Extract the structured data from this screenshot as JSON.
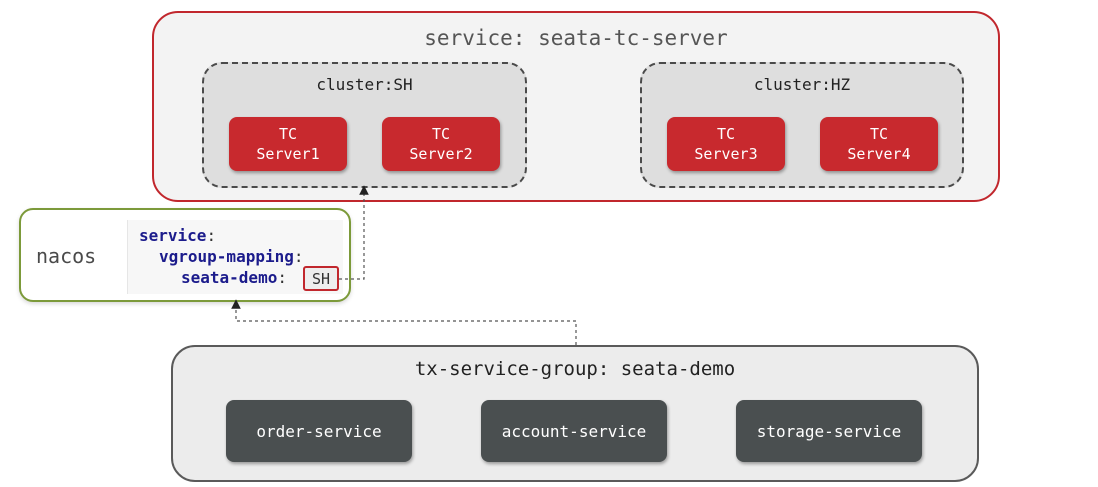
{
  "service": {
    "title": "service: seata-tc-server"
  },
  "clusters": [
    {
      "label": "cluster:SH",
      "servers": [
        {
          "line1": "TC",
          "line2": "Server1"
        },
        {
          "line1": "TC",
          "line2": "Server2"
        }
      ]
    },
    {
      "label": "cluster:HZ",
      "servers": [
        {
          "line1": "TC",
          "line2": "Server3"
        },
        {
          "line1": "TC",
          "line2": "Server4"
        }
      ]
    }
  ],
  "nacos": {
    "label": "nacos",
    "yaml": {
      "key1": "service",
      "key2": "vgroup-mapping",
      "key3": "seata-demo",
      "value": "SH"
    }
  },
  "group": {
    "title": "tx-service-group: seata-demo",
    "services": [
      "order-service",
      "account-service",
      "storage-service"
    ]
  },
  "colors": {
    "accent_red": "#c1272d",
    "nacos_green": "#7c9a3a",
    "service_dark": "#4a4f50"
  }
}
